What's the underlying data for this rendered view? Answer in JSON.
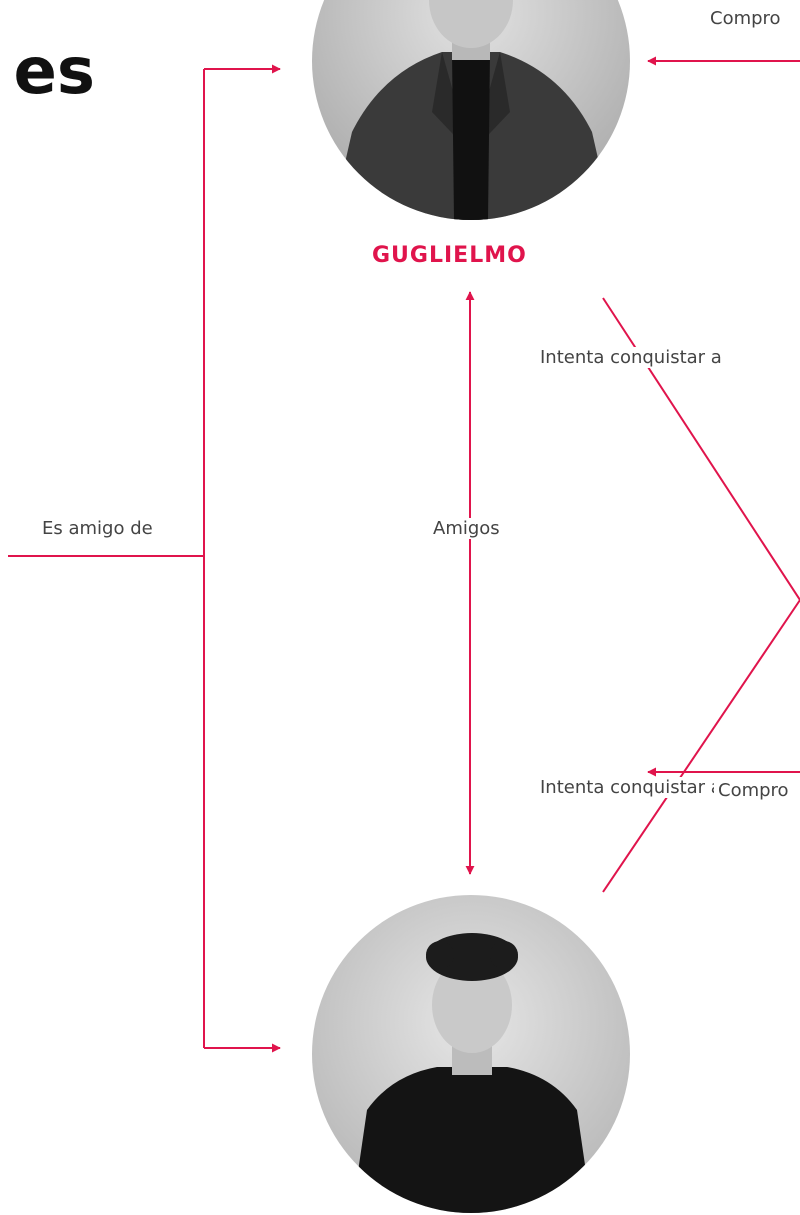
{
  "page": {
    "heading_fragment": "es"
  },
  "colors": {
    "accent": "#e0144c",
    "text": "#444444",
    "heading": "#111111",
    "background": "#ffffff"
  },
  "nodes": {
    "top_person": {
      "name": "GUGLIELMO",
      "image": "circular black-and-white portrait of a man in a dark blazer"
    },
    "bottom_person": {
      "name": "",
      "image": "circular black-and-white portrait of a man in a black t-shirt"
    }
  },
  "edges": {
    "friend_of": "Es amigo de",
    "friends": "Amigos",
    "tries_to_win_upper": "Intenta conquistar a",
    "tries_to_win_lower": "Intenta conquistar a",
    "engaged_top": "Compro",
    "engaged_bottom": "Compro"
  }
}
